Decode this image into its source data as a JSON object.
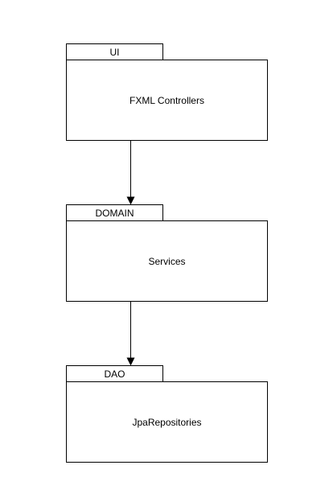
{
  "colors": {
    "stroke": "#000000",
    "fill": "#ffffff",
    "text": "#000000"
  },
  "packages": [
    {
      "tab_label": "UI",
      "body_label": "FXML Controllers"
    },
    {
      "tab_label": "DOMAIN",
      "body_label": "Services"
    },
    {
      "tab_label": "DAO",
      "body_label": "JpaRepositories"
    }
  ],
  "arrows": [
    {
      "from": "UI",
      "to": "DOMAIN"
    },
    {
      "from": "DOMAIN",
      "to": "DAO"
    }
  ]
}
